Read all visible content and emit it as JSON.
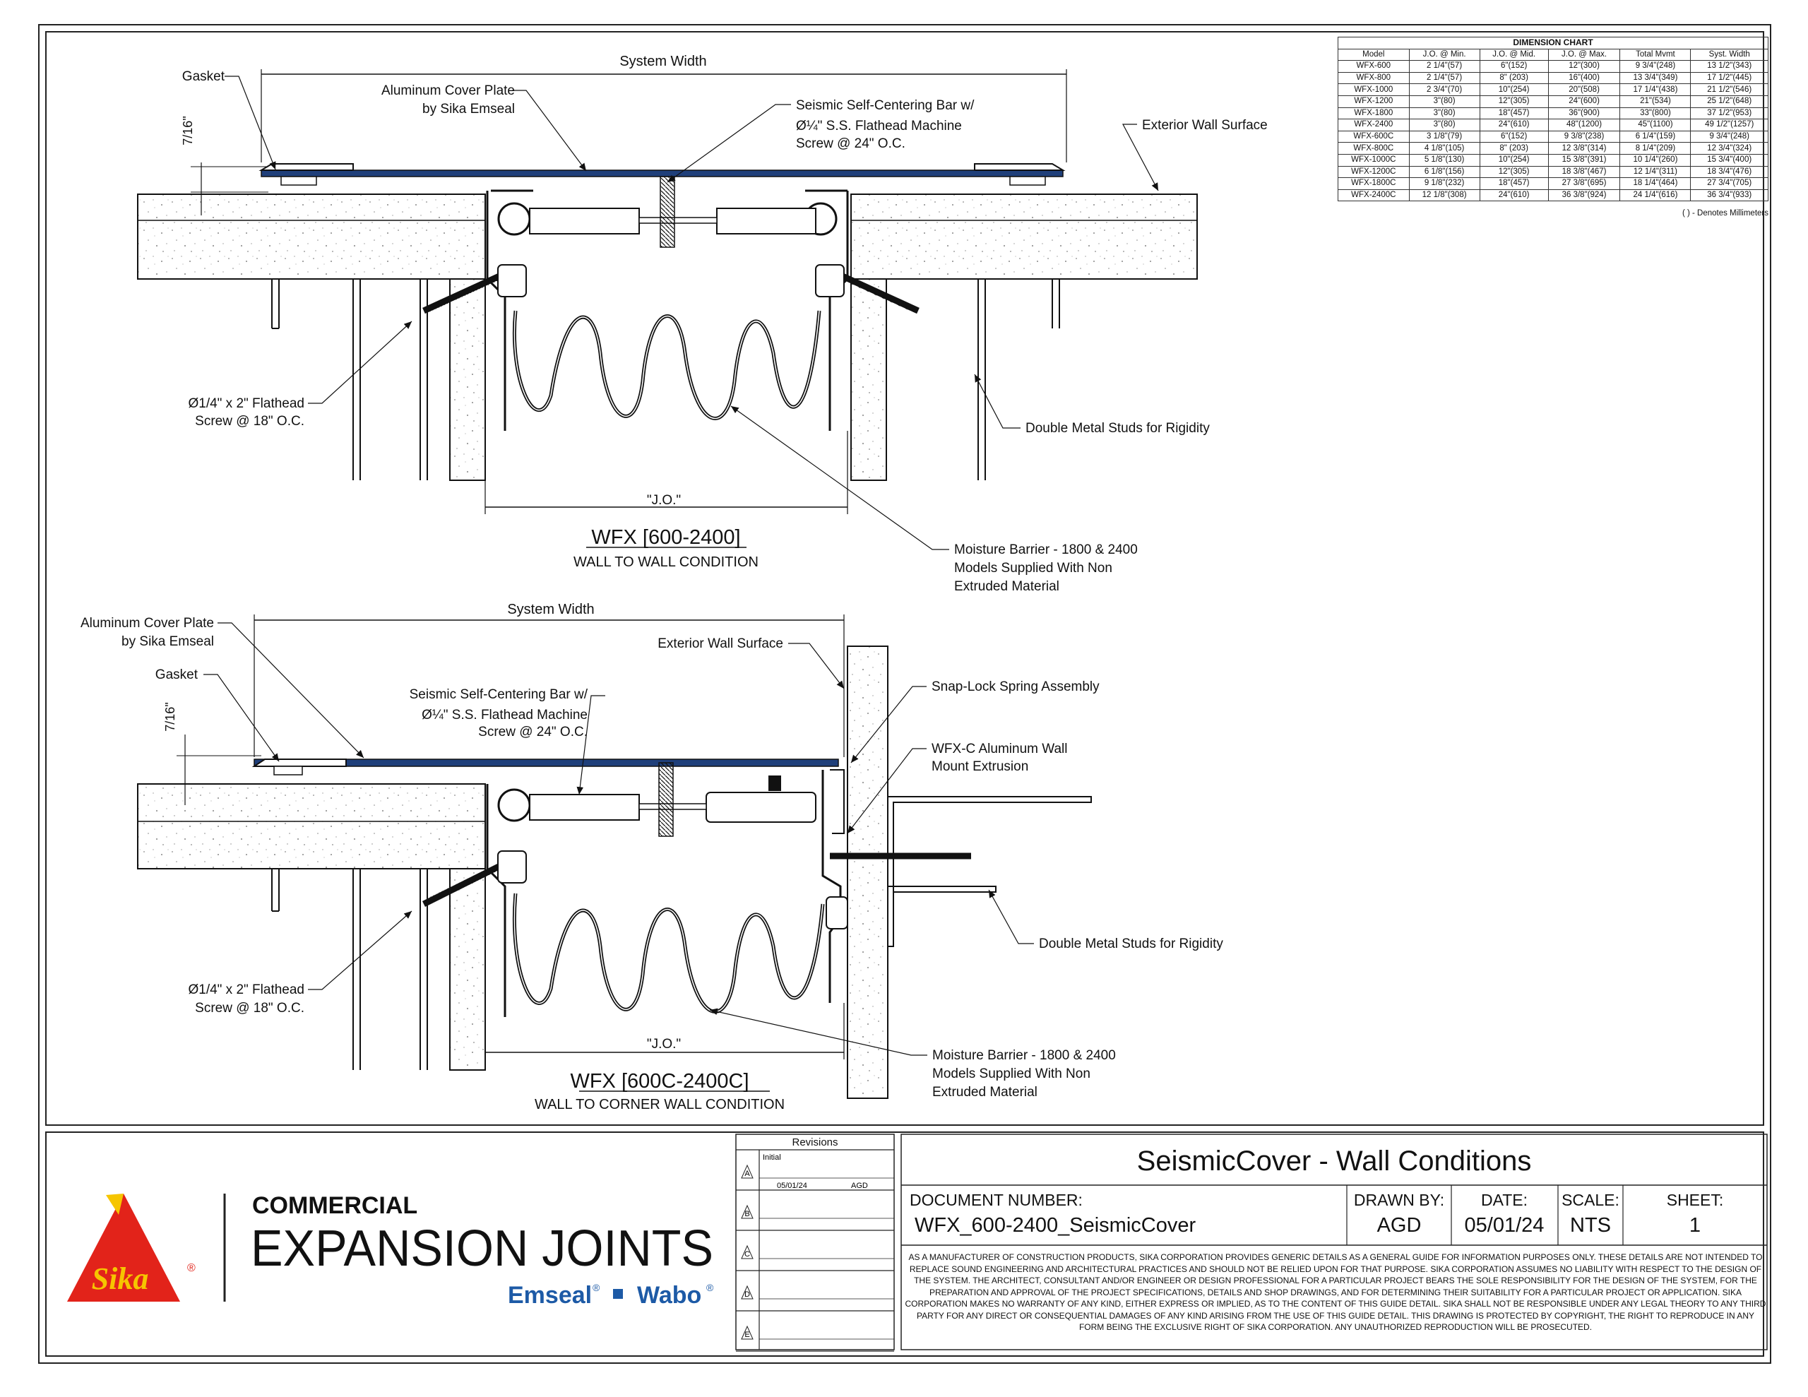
{
  "detail_top": {
    "title": "WFX [600-2400]",
    "subtitle": "WALL TO WALL CONDITION",
    "labels": {
      "system_width": "System Width",
      "gasket": "Gasket",
      "cover_plate": "Aluminum Cover Plate",
      "cover_plate_2": "by Sika Emseal",
      "bar_1": "Seismic Self-Centering Bar w/",
      "bar_2": "Ø¼\" S.S. Flathead Machine",
      "bar_3": "Screw @ 24\" O.C.",
      "exterior": "Exterior Wall Surface",
      "screw_1": "Ø1/4\" x 2\" Flathead",
      "screw_2": "Screw @ 18\" O.C.",
      "studs": "Double Metal Studs for Rigidity",
      "jo": "\"J.O.\"",
      "moisture_1": "Moisture Barrier - 1800 & 2400",
      "moisture_2": "Models Supplied With Non",
      "moisture_3": "Extruded Material",
      "dim": "7/16\""
    }
  },
  "detail_bottom": {
    "title": "WFX [600C-2400C]",
    "subtitle": "WALL TO CORNER WALL CONDITION",
    "labels": {
      "system_width": "System Width",
      "cover_plate": "Aluminum Cover Plate",
      "cover_plate_2": "by Sika Emseal",
      "gasket": "Gasket",
      "exterior": "Exterior Wall Surface",
      "snap": "Snap-Lock Spring Assembly",
      "bar_1": "Seismic Self-Centering Bar w/",
      "bar_2": "Ø¼\" S.S. Flathead Machine",
      "bar_3": "Screw @ 24\" O.C.",
      "wfxc_1": "WFX-C Aluminum Wall",
      "wfxc_2": "Mount Extrusion",
      "studs": "Double Metal Studs for Rigidity",
      "screw_1": "Ø1/4\" x 2\" Flathead",
      "screw_2": "Screw @ 18\" O.C.",
      "jo": "\"J.O.\"",
      "moisture_1": "Moisture Barrier - 1800 & 2400",
      "moisture_2": "Models Supplied With Non",
      "moisture_3": "Extruded Material",
      "dim": "7/16\""
    }
  },
  "dimension_chart": {
    "title": "DIMENSION CHART",
    "headers": [
      "Model",
      "J.O. @ Min.",
      "J.O. @ Mid.",
      "J.O. @ Max.",
      "Total Mvmt",
      "Syst. Width"
    ],
    "rows": [
      [
        "WFX-600",
        "2 1/4\"(57)",
        "6\"(152)",
        "12\"(300)",
        "9 3/4\"(248)",
        "13 1/2\"(343)"
      ],
      [
        "WFX-800",
        "2 1/4\"(57)",
        "8\" (203)",
        "16\"(400)",
        "13 3/4\"(349)",
        "17 1/2\"(445)"
      ],
      [
        "WFX-1000",
        "2 3/4\"(70)",
        "10\"(254)",
        "20\"(508)",
        "17 1/4\"(438)",
        "21 1/2\"(546)"
      ],
      [
        "WFX-1200",
        "3\"(80)",
        "12\"(305)",
        "24\"(600)",
        "21\"(534)",
        "25 1/2\"(648)"
      ],
      [
        "WFX-1800",
        "3\"(80)",
        "18\"(457)",
        "36\"(900)",
        "33\"(800)",
        "37 1/2\"(953)"
      ],
      [
        "WFX-2400",
        "3\"(80)",
        "24\"(610)",
        "48\"(1200)",
        "45\"(1100)",
        "49 1/2\"(1257)"
      ],
      [
        "WFX-600C",
        "3 1/8\"(79)",
        "6\"(152)",
        "9 3/8\"(238)",
        "6 1/4\"(159)",
        "9 3/4\"(248)"
      ],
      [
        "WFX-800C",
        "4 1/8\"(105)",
        "8\" (203)",
        "12 3/8\"(314)",
        "8 1/4\"(209)",
        "12 3/4\"(324)"
      ],
      [
        "WFX-1000C",
        "5 1/8\"(130)",
        "10\"(254)",
        "15 3/8\"(391)",
        "10 1/4\"(260)",
        "15 3/4\"(400)"
      ],
      [
        "WFX-1200C",
        "6 1/8\"(156)",
        "12\"(305)",
        "18 3/8\"(467)",
        "12 1/4\"(311)",
        "18 3/4\"(476)"
      ],
      [
        "WFX-1800C",
        "9 1/8\"(232)",
        "18\"(457)",
        "27 3/8\"(695)",
        "18 1/4\"(464)",
        "27 3/4\"(705)"
      ],
      [
        "WFX-2400C",
        "12 1/8\"(308)",
        "24\"(610)",
        "36 3/8\"(924)",
        "24 1/4\"(616)",
        "36 3/4\"(933)"
      ]
    ],
    "note": "( ) - Denotes Millimeters"
  },
  "revisions": {
    "title": "Revisions",
    "letters": [
      "A",
      "B",
      "C",
      "D",
      "E"
    ],
    "first_desc": "Initial",
    "first_date": "05/01/24",
    "first_by": "AGD"
  },
  "brand": {
    "logo_text": "Sika",
    "registered": "®",
    "line1": "COMMERCIAL",
    "line2": "EXPANSION JOINTS",
    "emseal": "Emseal",
    "wabo": "Wabo",
    "reg": "®"
  },
  "title_block": {
    "title": "SeismicCover - Wall Conditions",
    "doc_label": "DOCUMENT NUMBER:",
    "doc_value": "WFX_600-2400_SeismicCover",
    "drawn_label": "DRAWN BY:",
    "drawn_value": "AGD",
    "date_label": "DATE:",
    "date_value": "05/01/24",
    "scale_label": "SCALE:",
    "scale_value": "NTS",
    "sheet_label": "SHEET:",
    "sheet_value": "1",
    "disclaimer": "AS A MANUFACTURER OF CONSTRUCTION PRODUCTS, SIKA CORPORATION PROVIDES GENERIC DETAILS AS A GENERAL GUIDE FOR INFORMATION PURPOSES ONLY. THESE DETAILS ARE NOT INTENDED TO REPLACE SOUND ENGINEERING AND ARCHITECTURAL PRACTICES AND SHOULD NOT BE RELIED UPON FOR THAT PURPOSE. SIKA CORPORATION ASSUMES NO LIABILITY WITH RESPECT TO THE DESIGN OF THE SYSTEM. THE ARCHITECT, CONSULTANT AND/OR ENGINEER OR DESIGN PROFESSIONAL FOR A PARTICULAR PROJECT BEARS THE SOLE RESPONSIBILITY FOR THE DESIGN OF THE SYSTEM, FOR THE PREPARATION AND APPROVAL OF THE PROJECT SPECIFICATIONS, DETAILS AND SHOP DRAWINGS, AND FOR DETERMINING THEIR SUITABILITY FOR A PARTICULAR PROJECT OR APPLICATION. SIKA CORPORATION MAKES NO WARRANTY OF ANY KIND, EITHER EXPRESS OR IMPLIED, AS TO THE CONTENT OF THIS GUIDE DETAIL. SIKA SHALL NOT BE RESPONSIBLE UNDER ANY LEGAL THEORY TO ANY THIRD PARTY FOR ANY DIRECT OR CONSEQUENTIAL DAMAGES OF ANY KIND ARISING FROM THE USE OF THIS GUIDE DETAIL. THIS DRAWING IS PROTECTED BY COPYRIGHT, THE RIGHT TO REPRODUCE IN ANY FORM BEING THE EXCLUSIVE RIGHT OF SIKA CORPORATION. ANY UNAUTHORIZED REPRODUCTION WILL BE PROSECUTED."
  },
  "colors": {
    "cover_plate": "#1f3f7a",
    "sika_red": "#e2231a",
    "sika_yellow": "#f6c500",
    "emseal_blue": "#1d5aa6"
  }
}
